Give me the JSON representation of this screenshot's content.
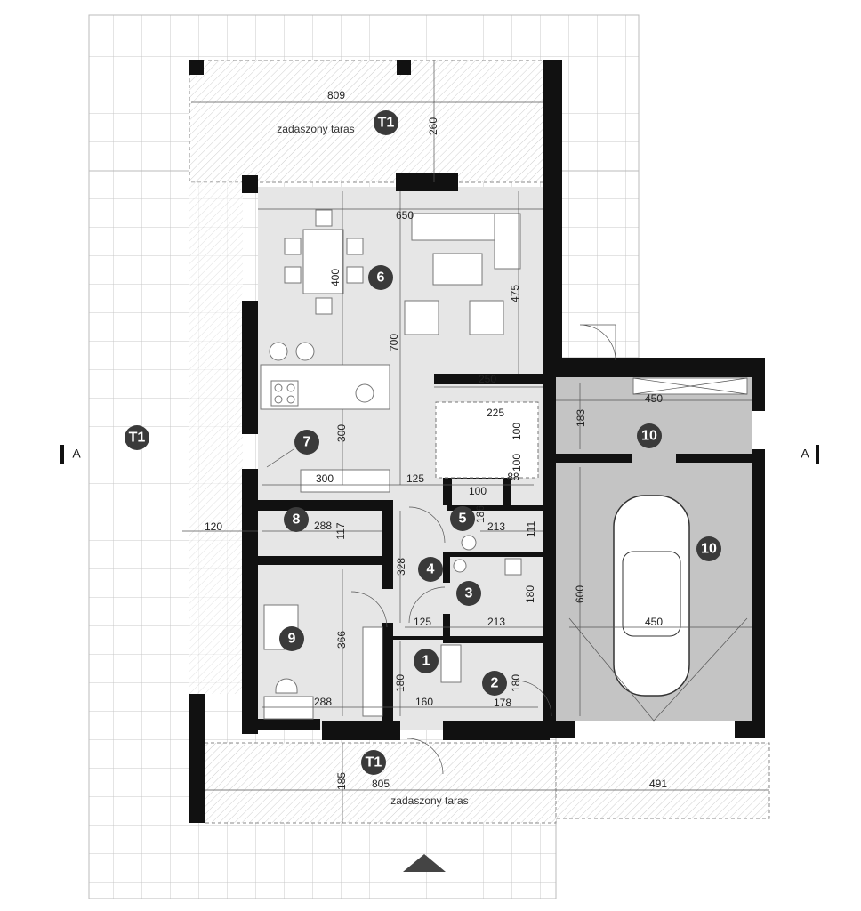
{
  "plan": {
    "terrace_label_top": "zadaszony taras",
    "terrace_label_bottom": "zadaszony taras",
    "section_left": "A",
    "section_right": "A",
    "colors": {
      "wall": "#111111",
      "interior": "#e6e6e6",
      "garage": "#c4c4c4",
      "badge": "#3a3a3a",
      "tile": "#c8c8c8"
    }
  },
  "rooms": [
    "T1",
    "6",
    "7",
    "8",
    "5",
    "4",
    "3",
    "9",
    "1",
    "2",
    "10",
    "10",
    "T1",
    "T1"
  ],
  "dims": [
    "809",
    "260",
    "650",
    "400",
    "475",
    "700",
    "250",
    "225",
    "100",
    "100",
    "300",
    "300",
    "125",
    "88",
    "100",
    "186",
    "288",
    "117",
    "213",
    "111",
    "120",
    "328",
    "180",
    "125",
    "213",
    "366",
    "180",
    "180",
    "288",
    "160",
    "178",
    "183",
    "450",
    "600",
    "450",
    "185",
    "805",
    "491"
  ]
}
